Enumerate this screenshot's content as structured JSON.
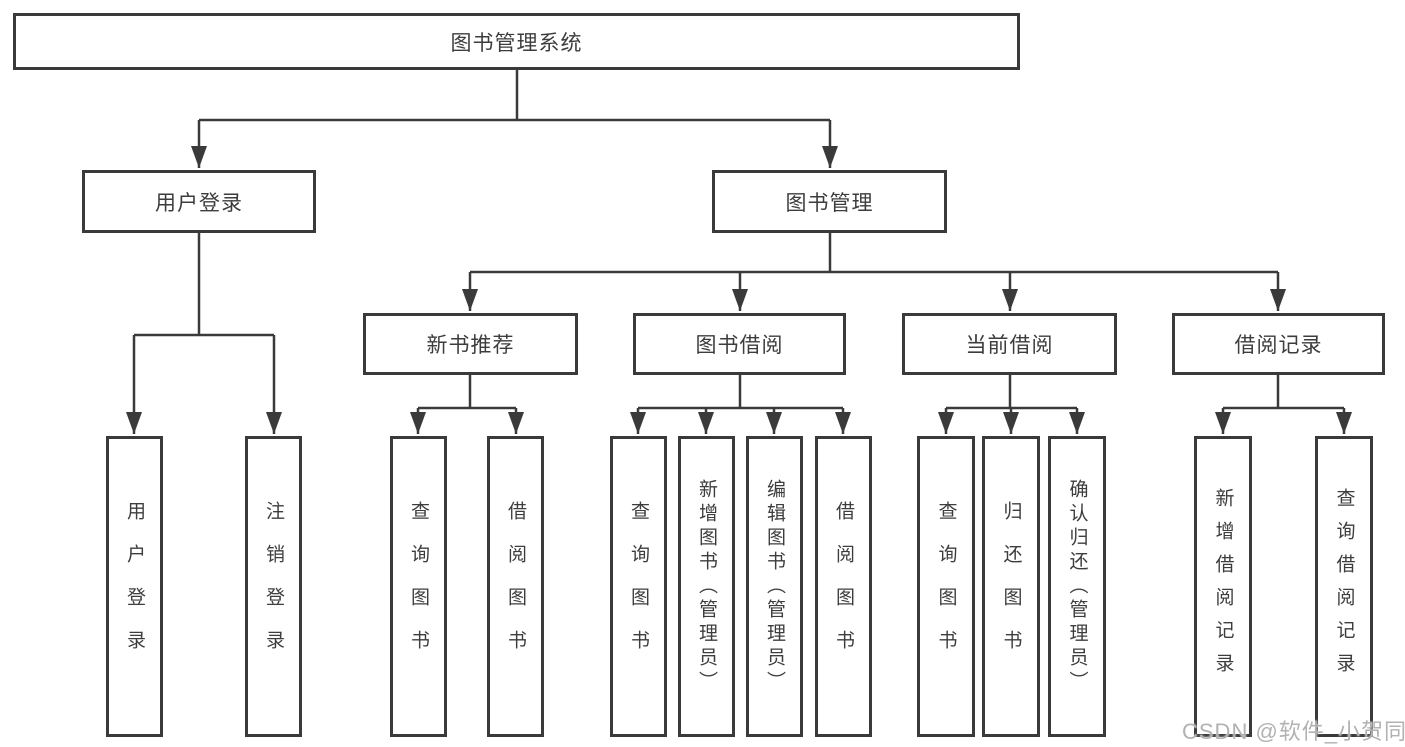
{
  "tree": {
    "root": "图书管理系统",
    "l2": [
      "用户登录",
      "图书管理"
    ],
    "l3": [
      "新书推荐",
      "图书借阅",
      "当前借阅",
      "借阅记录"
    ],
    "l4": {
      "g0": [
        "用户登录",
        "注销登录"
      ],
      "g1": [
        "查询图书",
        "借阅图书"
      ],
      "g2": [
        "查询图书",
        "新增图书（管理员）",
        "编辑图书（管理员）",
        "借阅图书"
      ],
      "g3": [
        "查询图书",
        "归还图书",
        "确认归还（管理员）"
      ],
      "g4": [
        "新增借阅记录",
        "查询借阅记录"
      ]
    }
  },
  "watermark": "CSDN @软件_小贺同学",
  "colors": {
    "line": "#3a3a3a",
    "text": "#3d3d3d",
    "watermark": "#b2b2b2",
    "background": "#ffffff"
  }
}
